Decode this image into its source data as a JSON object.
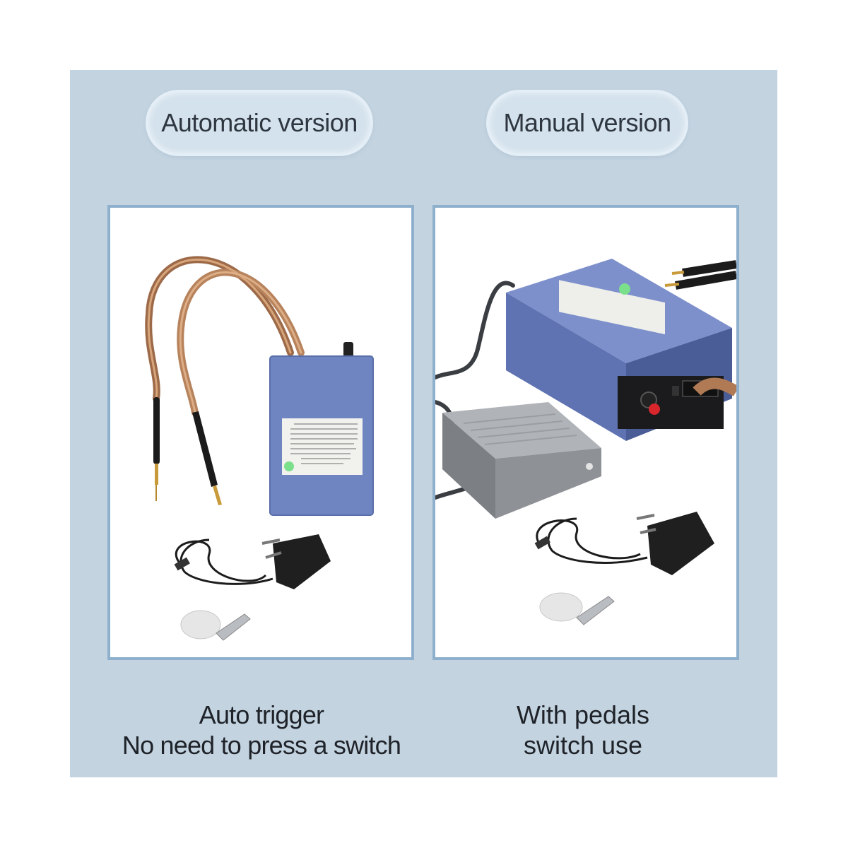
{
  "left": {
    "title": "Automatic version",
    "caption_line1": "Auto trigger",
    "caption_line2": "No need to press a switch"
  },
  "right": {
    "title": "Manual version",
    "caption_line1": "With pedals",
    "caption_line2": "switch use"
  },
  "colors": {
    "background": "#c3d3e0",
    "pill": "#d4e2ed",
    "frame_border": "#8fb0cc",
    "device_blue": "#6f85c2",
    "pedal_gray": "#8e9196",
    "copper": "#b07a55"
  }
}
